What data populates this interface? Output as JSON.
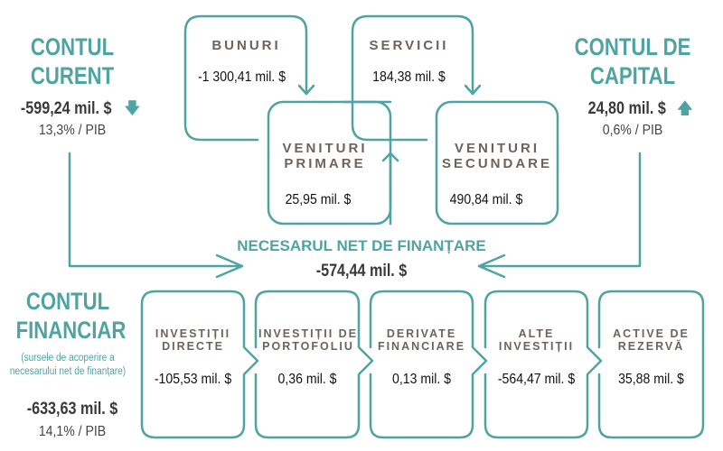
{
  "current_account": {
    "title_line1": "CONTUL",
    "title_line2": "CURENT",
    "value": "-599,24 mil. $",
    "pct": "13,3% / PIB",
    "trend_icon": "arrow-down"
  },
  "capital_account": {
    "title_line1": "CONTUL DE",
    "title_line2": "CAPITAL",
    "value": "24,80 mil. $",
    "pct": "0,6% / PIB",
    "trend_icon": "arrow-up"
  },
  "components": {
    "goods": {
      "title": "BUNURI",
      "value": "-1 300,41 mil. $"
    },
    "services": {
      "title": "SERVICII",
      "value": "184,38 mil. $"
    },
    "primary_income": {
      "title_line1": "VENITURI",
      "title_line2": "PRIMARE",
      "value": "25,95 mil. $"
    },
    "secondary_income": {
      "title_line1": "VENITURI",
      "title_line2": "SECUNDARE",
      "value": "490,84 mil. $"
    }
  },
  "net_financing": {
    "title": "NECESARUL NET DE FINANȚARE",
    "value": "-574,44 mil. $"
  },
  "financial_account": {
    "title_line1": "CONTUL",
    "title_line2": "FINANCIAR",
    "note": "(sursele de acoperire a necesarului net de finanțare)",
    "value": "-633,63 mil. $",
    "pct": "14,1% / PIB"
  },
  "financial_items": [
    {
      "title_line1": "INVESTIȚII",
      "title_line2": "DIRECTE",
      "value": "-105,53 mil. $"
    },
    {
      "title_line1": "INVESTIȚII DE",
      "title_line2": "PORTOFOLIU",
      "value": "0,36 mil. $"
    },
    {
      "title_line1": "DERIVATE",
      "title_line2": "FINANCIARE",
      "value": "0,13 mil. $"
    },
    {
      "title_line1": "ALTE",
      "title_line2": "INVESTIȚII",
      "value": "-564,47 mil. $"
    },
    {
      "title_line1": "ACTIVE DE",
      "title_line2": "REZERVĂ",
      "value": "35,88 mil. $"
    }
  ],
  "colors": {
    "accent": "#4fa3a3",
    "label": "#6f6259"
  }
}
